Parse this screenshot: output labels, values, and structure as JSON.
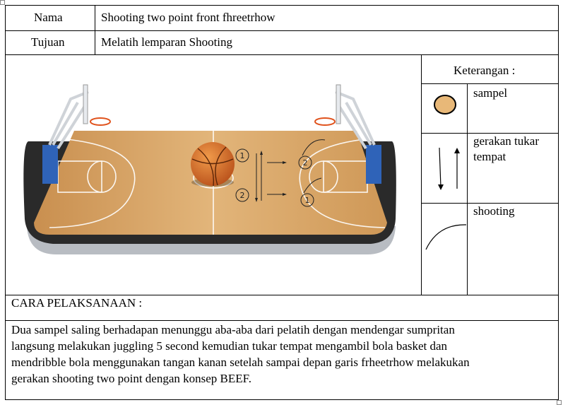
{
  "header": {
    "nama_label": "Nama",
    "nama_value": "Shooting two point front fhreetrhow",
    "tujuan_label": "Tujuan",
    "tujuan_value": "Melatih  lemparan  Shooting"
  },
  "diagram": {
    "markers": [
      "1",
      "2",
      "2",
      "1"
    ]
  },
  "legend": {
    "title": "Keterangan  :",
    "items": [
      {
        "icon": "sample-circle-icon",
        "label": "sampel"
      },
      {
        "icon": "swap-arrows-icon",
        "label": "gerakan  tukar\ntempat"
      },
      {
        "icon": "shooting-arc-icon",
        "label": "shooting"
      }
    ]
  },
  "procedure": {
    "title": "CARA PELAKSANAAN  :",
    "text": "Dua  sampel  saling  berhadapan  menunggu  aba-aba  dari pelatih  dengan mendengar  sumpritan\nlangsung  melakukan  juggling  5 second kemudian  tukar  tempat mengambil  bola basket dan\nmendribble  bola menggunakan  tangan kanan  setelah  sampai depan garis  frheetrhow  melakukan\ngerakan  shooting two point dengan konsep BEEF."
  },
  "colors": {
    "sample_fill": "#e8b878",
    "floor": "#d9a866"
  }
}
